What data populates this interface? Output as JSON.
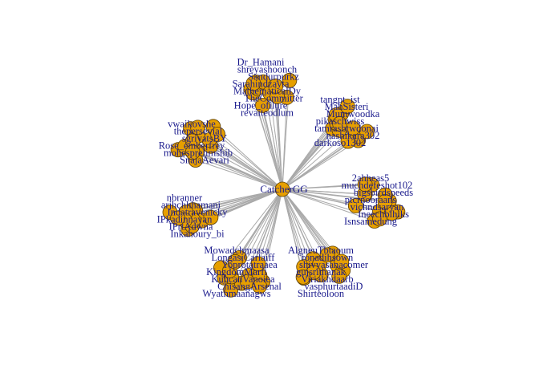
{
  "graph": {
    "hub": {
      "label": "CatcherGG"
    },
    "colors": {
      "node_fill": "#e69f00",
      "node_border": "#5a3d00",
      "edge": "#a9a9a9",
      "label": "#1a1a8c"
    },
    "clusters": [
      {
        "id": "top",
        "labels": [
          "Dr_Hamani",
          "shreyashoonch",
          "Sandurpurkz",
          "Sarahindzayta",
          "MathematicalDy",
          "TheCommitter",
          "Hope_ofilure",
          "revaiteodlum"
        ]
      },
      {
        "id": "top-right",
        "labels": [
          "tangpt_ist",
          "MahSisteri",
          "Mumwoodka",
          "pikaschwiss",
          "tamrasbtwdonai",
          "nashikara302",
          "darkoso1302"
        ]
      },
      {
        "id": "top-left",
        "labels": [
          "vwaikovshe",
          "thepersevial",
          "sgrivatsBY",
          "Rose_emberfrey",
          "mohesprelimshib",
          "SnajaAevari"
        ]
      },
      {
        "id": "right",
        "labels": [
          "2ahheas5",
          "muchdefeshot102",
          "bigsbirdspeeds",
          "ptcrnooraans",
          "vichndsaryan",
          "Ineechblhiks",
          "Isnsamedung"
        ]
      },
      {
        "id": "left",
        "labels": [
          "nbranner",
          "arjhchhhamani",
          "Indatravenicky",
          "IPkadinnayan",
          "IPrtAdwna",
          "Inkahoury_bi"
        ]
      },
      {
        "id": "bottom-left",
        "labels": [
          "Mowadchmaasa",
          "LongasiCarlaiff",
          "Yoprotatraaea",
          "KingdomMarfi",
          "KuhcanVanoiea",
          "ChisangArsenal",
          "Wyathmaanagws"
        ]
      },
      {
        "id": "bottom-right",
        "labels": [
          "AlgneuTbtaoum",
          "ronadihsown",
          "shivyasanacomer",
          "gujsrithanak",
          "Viriakhdaarb",
          "vasphurtaadiD",
          "Shirteoloon"
        ]
      }
    ]
  }
}
